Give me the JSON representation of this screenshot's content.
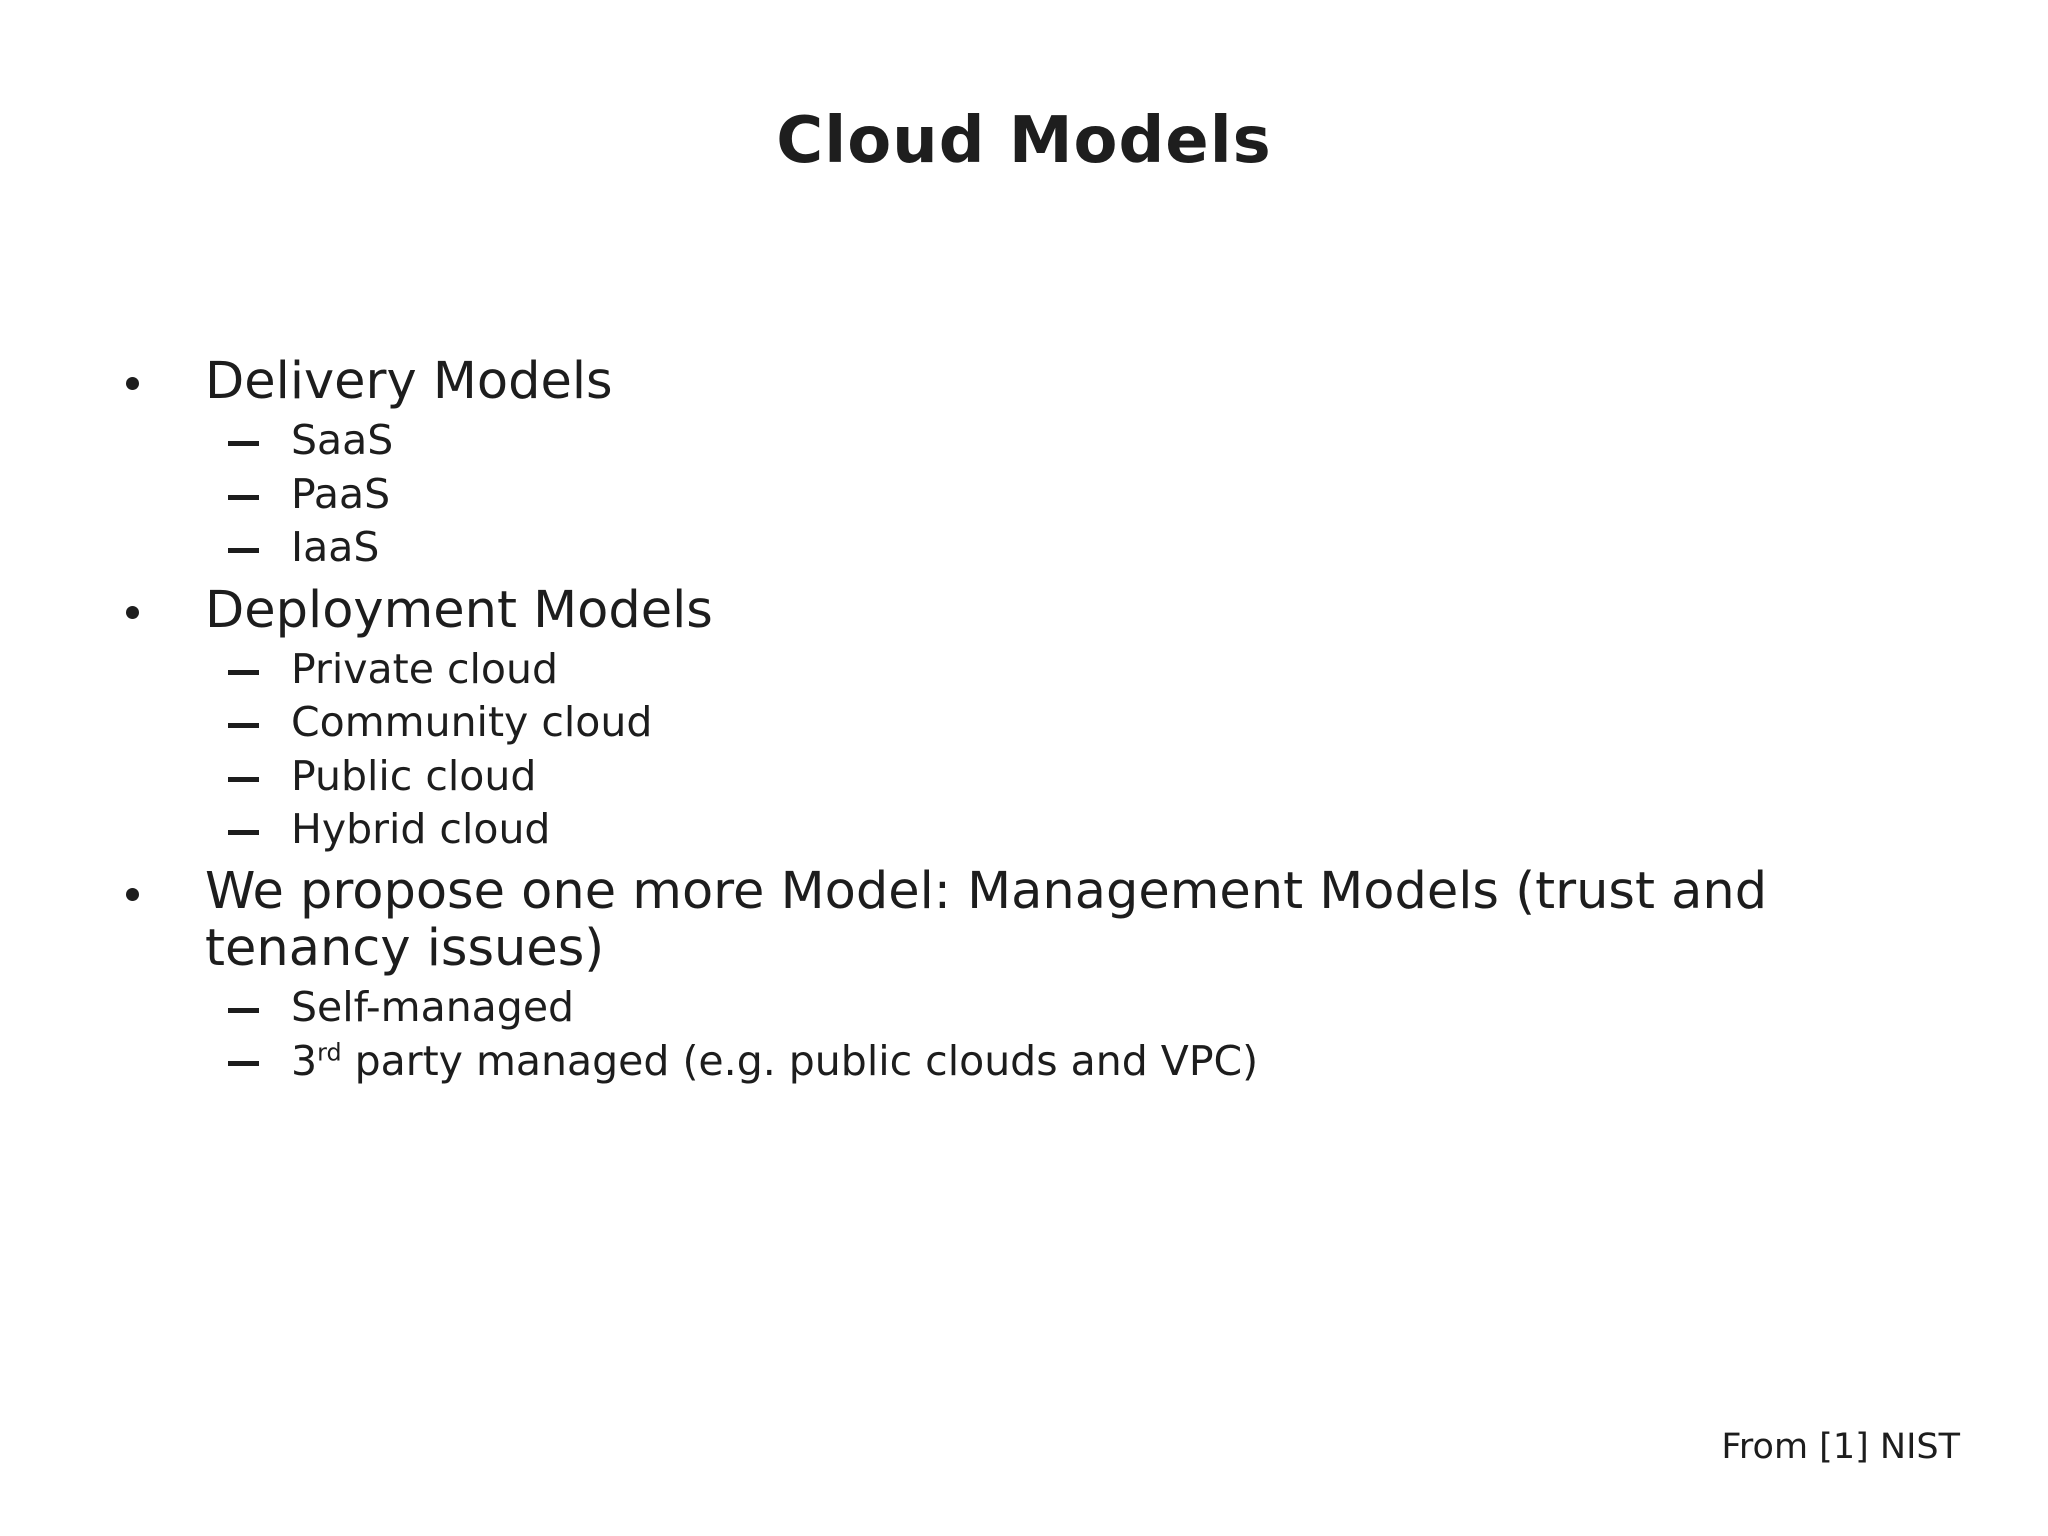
{
  "slide": {
    "title": "Cloud Models",
    "background_color": "#ffffff",
    "text_color": "#1d1d1d",
    "footer": "From [1] NIST",
    "bullet_marker": "dot",
    "sub_bullet_marker": "en-dash"
  },
  "content": {
    "groups": [
      {
        "heading": "Delivery Models",
        "items": [
          {
            "text": "SaaS"
          },
          {
            "text": "PaaS"
          },
          {
            "text": "IaaS"
          }
        ]
      },
      {
        "heading": "Deployment Models",
        "items": [
          {
            "text": "Private cloud"
          },
          {
            "text": "Community cloud"
          },
          {
            "text": "Public cloud"
          },
          {
            "text": "Hybrid cloud"
          }
        ]
      },
      {
        "heading": "We propose one more Model: Management Models (trust and tenancy issues)",
        "heading_line_1": "We propose one more Model: Management Models",
        "heading_line_2": "(trust and tenancy issues)",
        "items": [
          {
            "text": "Self-managed"
          },
          {
            "text": "3rd party managed (e.g. public clouds and VPC)",
            "prefix": "3",
            "superscript": "rd",
            "suffix": " party managed (e.g. public clouds and VPC)"
          }
        ]
      }
    ]
  }
}
